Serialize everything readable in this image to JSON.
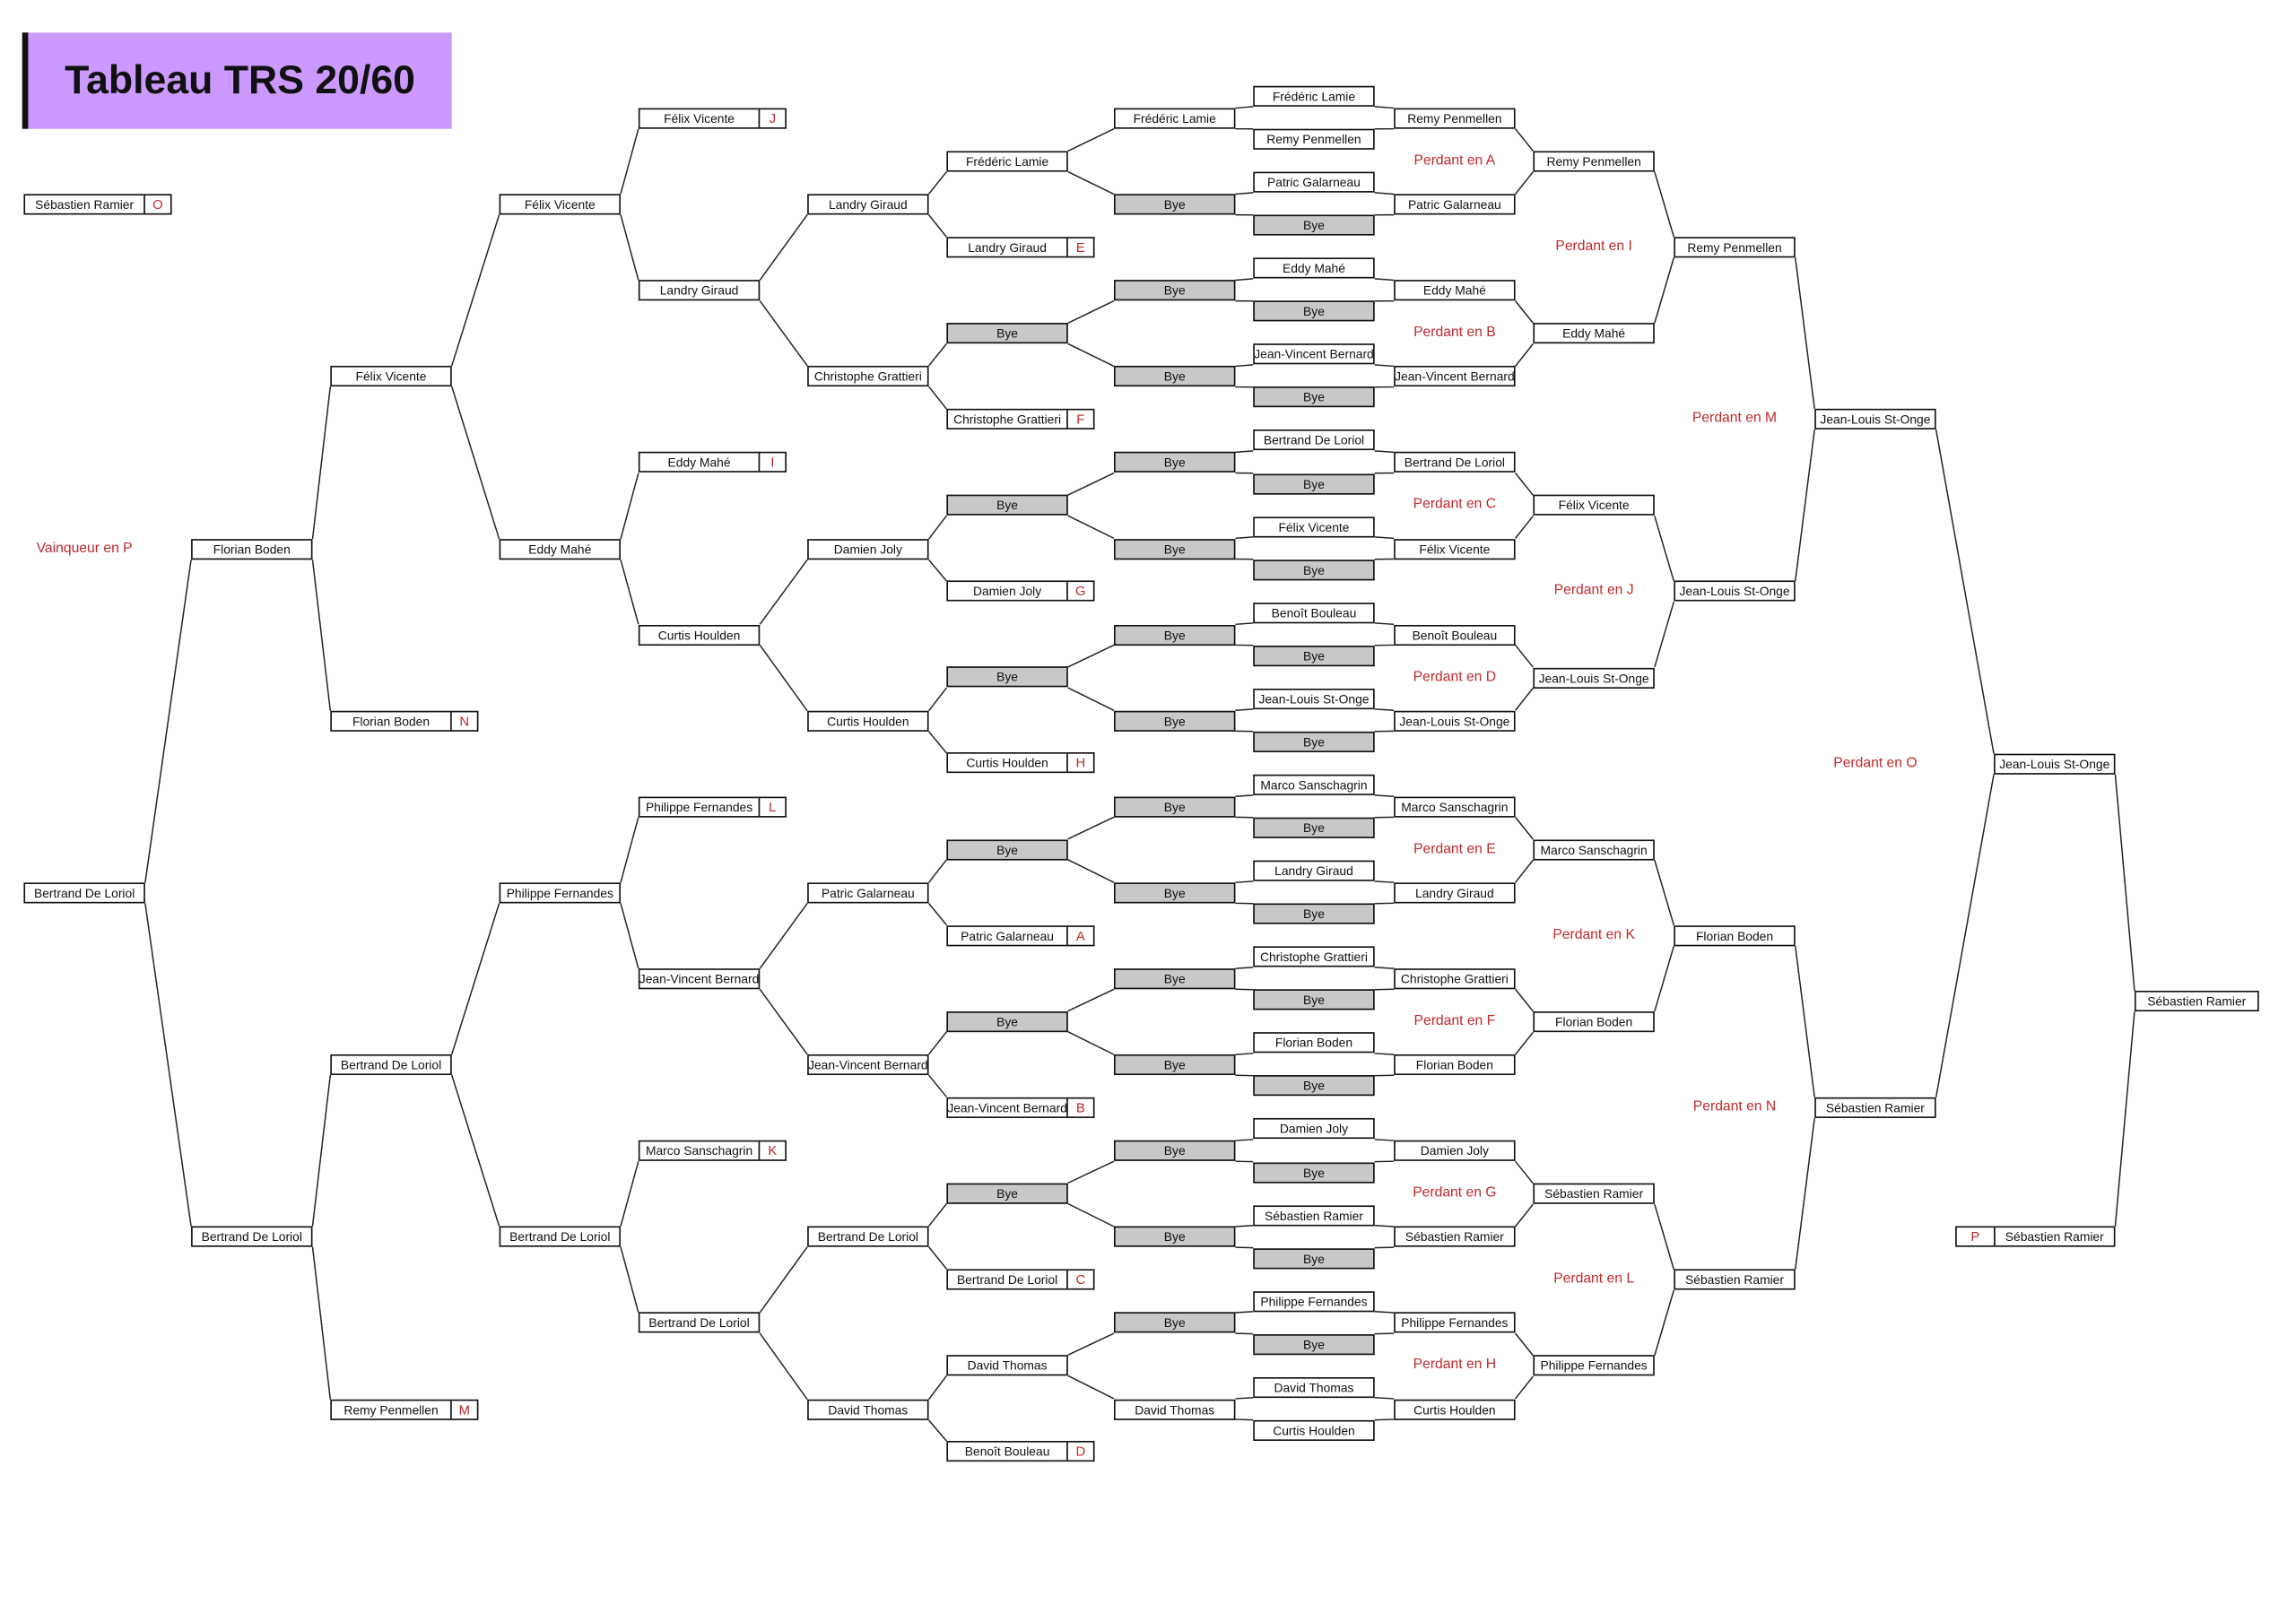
{
  "title": "Tableau TRS 20/60",
  "winner_label": "Vainqueur en P",
  "colors": {
    "title_bg": "#cc99ff",
    "accent_red": "#c0282d",
    "bye_gray": "#c8c8c8"
  },
  "columns": [
    [
      {
        "name": "Sébastien Ramier",
        "tag": "O"
      },
      {
        "name": "Bertrand De Loriol"
      }
    ],
    [
      {
        "name": "Florian Boden"
      },
      {
        "name": "Bertrand De Loriol"
      }
    ],
    [
      {
        "name": "Félix Vicente"
      },
      {
        "name": "Florian Boden",
        "tag": "N"
      },
      {
        "name": "Bertrand De Loriol"
      },
      {
        "name": "Remy Penmellen",
        "tag": "M"
      }
    ],
    [
      {
        "name": "Félix Vicente"
      },
      {
        "name": "Eddy Mahé"
      },
      {
        "name": "Philippe Fernandes"
      },
      {
        "name": "Bertrand De Loriol"
      }
    ],
    [
      {
        "name": "Félix Vicente",
        "tag": "J"
      },
      {
        "name": "Landry Giraud"
      },
      {
        "name": "Eddy Mahé",
        "tag": "I"
      },
      {
        "name": "Curtis Houlden"
      },
      {
        "name": "Philippe Fernandes",
        "tag": "L"
      },
      {
        "name": "Jean-Vincent Bernard"
      },
      {
        "name": "Marco Sanschagrin",
        "tag": "K"
      },
      {
        "name": "Bertrand De Loriol"
      }
    ],
    [
      {
        "name": "Landry Giraud"
      },
      {
        "name": "Christophe Grattieri"
      },
      {
        "name": "Damien Joly"
      },
      {
        "name": "Curtis Houlden"
      },
      {
        "name": "Patric Galarneau"
      },
      {
        "name": "Jean-Vincent Bernard"
      },
      {
        "name": "Bertrand De Loriol"
      },
      {
        "name": "David Thomas"
      }
    ],
    [
      {
        "name": "Frédéric Lamie"
      },
      {
        "name": "Landry Giraud",
        "tag": "E"
      },
      {
        "name": "Bye"
      },
      {
        "name": "Christophe Grattieri",
        "tag": "F"
      },
      {
        "name": "Bye"
      },
      {
        "name": "Damien Joly",
        "tag": "G"
      },
      {
        "name": "Bye"
      },
      {
        "name": "Curtis Houlden",
        "tag": "H"
      },
      {
        "name": "Bye"
      },
      {
        "name": "Patric Galarneau",
        "tag": "A"
      },
      {
        "name": "Bye"
      },
      {
        "name": "Jean-Vincent Bernard",
        "tag": "B"
      },
      {
        "name": "Bye"
      },
      {
        "name": "Bertrand De Loriol",
        "tag": "C"
      },
      {
        "name": "David Thomas"
      },
      {
        "name": "Benoît Bouleau",
        "tag": "D"
      }
    ],
    [
      {
        "name": "Frédéric Lamie"
      },
      {
        "name": "Bye"
      },
      {
        "name": "Bye"
      },
      {
        "name": "Bye"
      },
      {
        "name": "Bye"
      },
      {
        "name": "Bye"
      },
      {
        "name": "Bye"
      },
      {
        "name": "Bye"
      },
      {
        "name": "Bye"
      },
      {
        "name": "Bye"
      },
      {
        "name": "Bye"
      },
      {
        "name": "Bye"
      },
      {
        "name": "Bye"
      },
      {
        "name": "Bye"
      },
      {
        "name": "Bye"
      },
      {
        "name": "David Thomas"
      }
    ],
    [
      {
        "name": "Frédéric Lamie"
      },
      {
        "name": "Remy Penmellen"
      },
      {
        "name": "Patric Galarneau"
      },
      {
        "name": "Bye"
      },
      {
        "name": "Eddy Mahé"
      },
      {
        "name": "Bye"
      },
      {
        "name": "Jean-Vincent Bernard"
      },
      {
        "name": "Bye"
      },
      {
        "name": "Bertrand De Loriol"
      },
      {
        "name": "Bye"
      },
      {
        "name": "Félix Vicente"
      },
      {
        "name": "Bye"
      },
      {
        "name": "Benoît Bouleau"
      },
      {
        "name": "Bye"
      },
      {
        "name": "Jean-Louis St-Onge"
      },
      {
        "name": "Bye"
      },
      {
        "name": "Marco Sanschagrin"
      },
      {
        "name": "Bye"
      },
      {
        "name": "Landry Giraud"
      },
      {
        "name": "Bye"
      },
      {
        "name": "Christophe Grattieri"
      },
      {
        "name": "Bye"
      },
      {
        "name": "Florian Boden"
      },
      {
        "name": "Bye"
      },
      {
        "name": "Damien Joly"
      },
      {
        "name": "Bye"
      },
      {
        "name": "Sébastien Ramier"
      },
      {
        "name": "Bye"
      },
      {
        "name": "Philippe Fernandes"
      },
      {
        "name": "Bye"
      },
      {
        "name": "David Thomas"
      },
      {
        "name": "Curtis Houlden"
      }
    ],
    [
      {
        "name": "Remy Penmellen"
      },
      {
        "name": "Patric Galarneau"
      },
      {
        "name": "Eddy Mahé"
      },
      {
        "name": "Jean-Vincent Bernard"
      },
      {
        "name": "Bertrand De Loriol"
      },
      {
        "name": "Félix Vicente"
      },
      {
        "name": "Benoît Bouleau"
      },
      {
        "name": "Jean-Louis St-Onge"
      },
      {
        "name": "Marco Sanschagrin"
      },
      {
        "name": "Landry Giraud"
      },
      {
        "name": "Christophe Grattieri"
      },
      {
        "name": "Florian Boden"
      },
      {
        "name": "Damien Joly"
      },
      {
        "name": "Sébastien Ramier"
      },
      {
        "name": "Philippe Fernandes"
      },
      {
        "name": "Curtis Houlden"
      }
    ],
    [
      {
        "name": "Remy Penmellen"
      },
      {
        "name": "Eddy Mahé"
      },
      {
        "name": "Félix Vicente"
      },
      {
        "name": "Jean-Louis St-Onge"
      },
      {
        "name": "Marco Sanschagrin"
      },
      {
        "name": "Florian Boden"
      },
      {
        "name": "Sébastien Ramier"
      },
      {
        "name": "Philippe Fernandes"
      }
    ],
    [
      {
        "name": "Remy Penmellen"
      },
      {
        "name": "Jean-Louis St-Onge"
      },
      {
        "name": "Florian Boden"
      },
      {
        "name": "Sébastien Ramier"
      }
    ],
    [
      {
        "name": "Jean-Louis St-Onge"
      },
      {
        "name": "Sébastien Ramier"
      }
    ],
    [
      {
        "name": "Jean-Louis St-Onge"
      },
      {
        "name": "Sébastien Ramier",
        "tag": "P"
      }
    ],
    [
      {
        "name": "Sébastien Ramier"
      }
    ]
  ],
  "loser_labels": [
    [
      "Perdant en A",
      "Perdant en B",
      "Perdant en C",
      "Perdant en D",
      "Perdant en E",
      "Perdant en F",
      "Perdant en G",
      "Perdant en H"
    ],
    [
      "Perdant en I",
      "Perdant en J",
      "Perdant en K",
      "Perdant en L"
    ],
    [
      "Perdant en M",
      "Perdant en N"
    ],
    [
      "Perdant en O"
    ]
  ]
}
